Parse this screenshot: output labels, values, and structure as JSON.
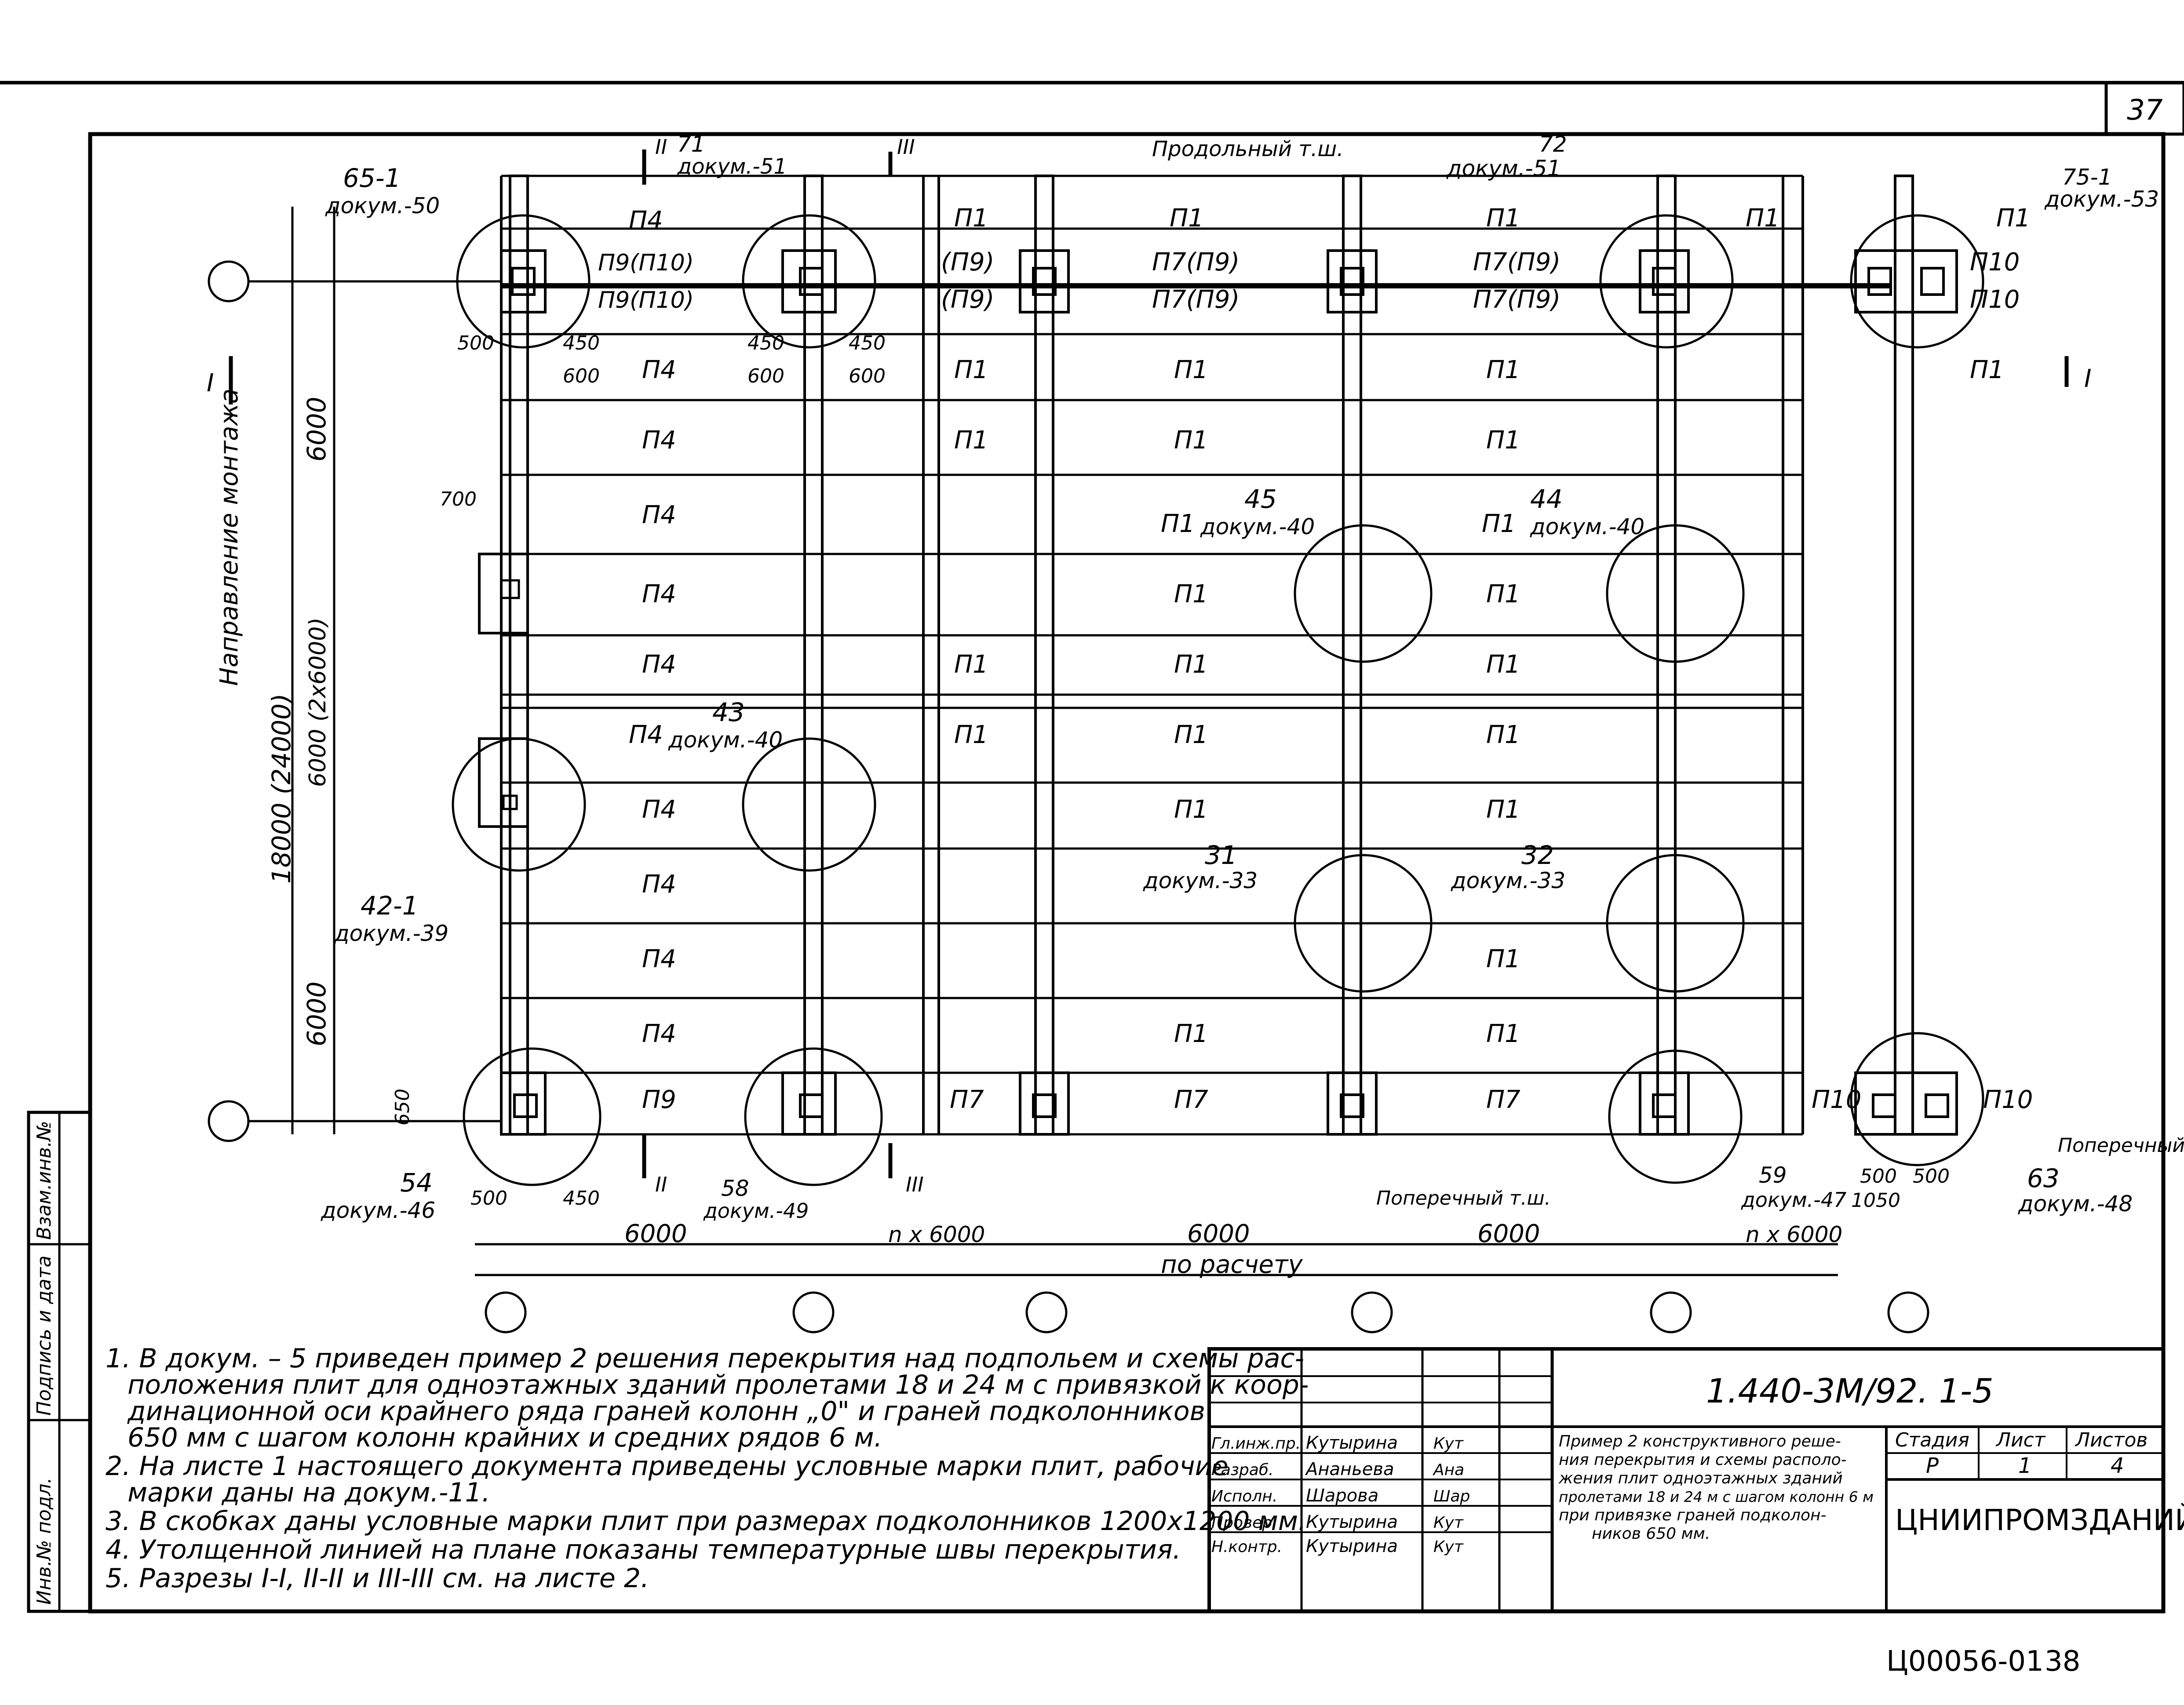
{
  "sheet_no": "37",
  "drawing_code": "1.440-3М/92. 1-5",
  "archive_code": "Ц00056-01",
  "archive_page": "38",
  "organization": "ЦНИИПРОМЗДАНИЙ",
  "title_block": {
    "headers": {
      "stage": "Стадия",
      "sheet": "Лист",
      "sheets": "Листов"
    },
    "values": {
      "stage": "Р",
      "sheet": "1",
      "sheets": "4"
    },
    "title_lines": [
      "Пример 2 конструктивного реше-",
      "ния перекрытия и схемы располо-",
      "жения плит одноэтажных зданий",
      "пролетами 18 и 24 м с шагом колонн 6 м",
      "при привязке граней подколон-",
      "ников 650 мм."
    ],
    "people": [
      {
        "role": "Гл.инж.пр.",
        "name": "Кутырина",
        "sign": "Кут"
      },
      {
        "role": "Разраб.",
        "name": "Ананьева",
        "sign": "Ана"
      },
      {
        "role": "Исполн.",
        "name": "Шарова",
        "sign": "Шар"
      },
      {
        "role": "Провер.",
        "name": "Кутырина",
        "sign": "Кут"
      },
      {
        "role": "Н.контр.",
        "name": "Кутырина",
        "sign": "Кут"
      }
    ]
  },
  "side_stamp": [
    "Инв.№ подл.",
    "Подпись и дата",
    "Взам.инв.№"
  ],
  "notes": [
    "1. В докум. – 5 приведен пример 2 решения перекрытия над подпольем и схемы рас-",
    "положения плит для одноэтажных зданий пролетами 18 и 24 м с привязкой к коор-",
    "динационной оси крайнего ряда граней колонн „0\" и граней подколонников",
    "650 мм с шагом колонн крайних и средних рядов 6 м.",
    "2. На листе 1 настоящего документа приведены условные марки плит, рабочие",
    "марки даны на докум.-11.",
    "3. В скобках даны условные марки плит при размерах подколонников 1200х1200 мм.",
    "4. Утолщенной линией на плане показаны температурные швы перекрытия.",
    "5. Разрезы I-I, II-II и III-III см. на листе 2."
  ],
  "plan": {
    "section_marks": {
      "s1": "I",
      "s2": "II",
      "s3": "III"
    },
    "joint_longitudinal": "Продольный т.ш.",
    "joint_transverse": "Поперечный т.ш.",
    "mount_direction": "Направление монтажа",
    "dims_horizontal": {
      "d1": "6000",
      "d2": "n x 6000",
      "d3": "6000",
      "d4": "по расчету",
      "d5": "6000",
      "d6": "n x 6000"
    },
    "dims_vertical": {
      "total": "18000 (24000)",
      "d_top": "6000",
      "d_mid": "6000 (2x6000)",
      "d_bot": "6000"
    },
    "small_dims": {
      "a450": "450",
      "a600": "600",
      "a500": "500",
      "a700": "700",
      "a650": "650",
      "a1050": "1050"
    },
    "callouts": [
      {
        "num": "65-1",
        "doc": "докум.-50"
      },
      {
        "num": "71",
        "doc": "докум.-51"
      },
      {
        "num": "72",
        "doc": "докум.-51"
      },
      {
        "num": "75-1",
        "doc": "докум.-53"
      },
      {
        "num": "45",
        "doc": "докум.-40"
      },
      {
        "num": "44",
        "doc": "докум.-40"
      },
      {
        "num": "43",
        "doc": "докум.-40"
      },
      {
        "num": "31",
        "doc": "докум.-33"
      },
      {
        "num": "32",
        "doc": "докум.-33"
      },
      {
        "num": "42-1",
        "doc": "докум.-39"
      },
      {
        "num": "54",
        "doc": "докум.-46"
      },
      {
        "num": "58",
        "doc": "докум.-49"
      },
      {
        "num": "59",
        "doc": "докум.-47"
      },
      {
        "num": "63",
        "doc": "докум.-48"
      }
    ],
    "slab_labels": {
      "p1": "П1",
      "p4": "П4",
      "p7": "П7",
      "p9": "П9",
      "p10": "П10",
      "p9p10": "П9(П10)",
      "p7p9": "П7(П9)",
      "p9b": "(П9)"
    }
  }
}
